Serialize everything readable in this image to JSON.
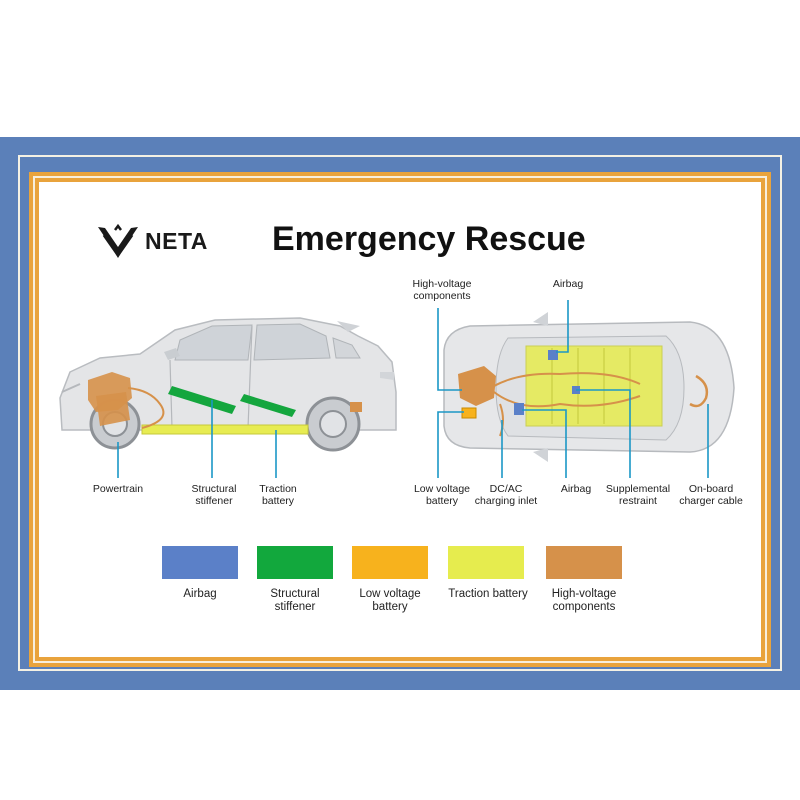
{
  "brand": {
    "name": "NETA"
  },
  "title": "Emergency Rescue",
  "side_view_labels": {
    "powertrain": "Powertrain",
    "structural_stiffener": "Structural\nstiffener",
    "traction_battery": "Traction\nbattery"
  },
  "top_view_labels": {
    "high_voltage_components": "High-voltage\ncomponents",
    "airbag_top": "Airbag",
    "low_voltage_battery": "Low voltage\nbattery",
    "dc_ac_charging_inlet": "DC/AC\ncharging inlet",
    "airbag_bottom": "Airbag",
    "supplemental_restraint": "Supplemental\nrestraint",
    "on_board_charger_cable": "On-board\ncharger cable"
  },
  "legend": [
    {
      "label": "Airbag",
      "color": "#5b80c8"
    },
    {
      "label": "Structural\nstiffener",
      "color": "#12a83d"
    },
    {
      "label": "Low voltage\nbattery",
      "color": "#f7b21d"
    },
    {
      "label": "Traction battery",
      "color": "#e6ec4e"
    },
    {
      "label": "High-voltage\ncomponents",
      "color": "#d6914a"
    }
  ],
  "colors": {
    "frame_blue": "#5b80b9",
    "frame_orange": "#e9a33c",
    "callout_line": "#1b97c6"
  }
}
